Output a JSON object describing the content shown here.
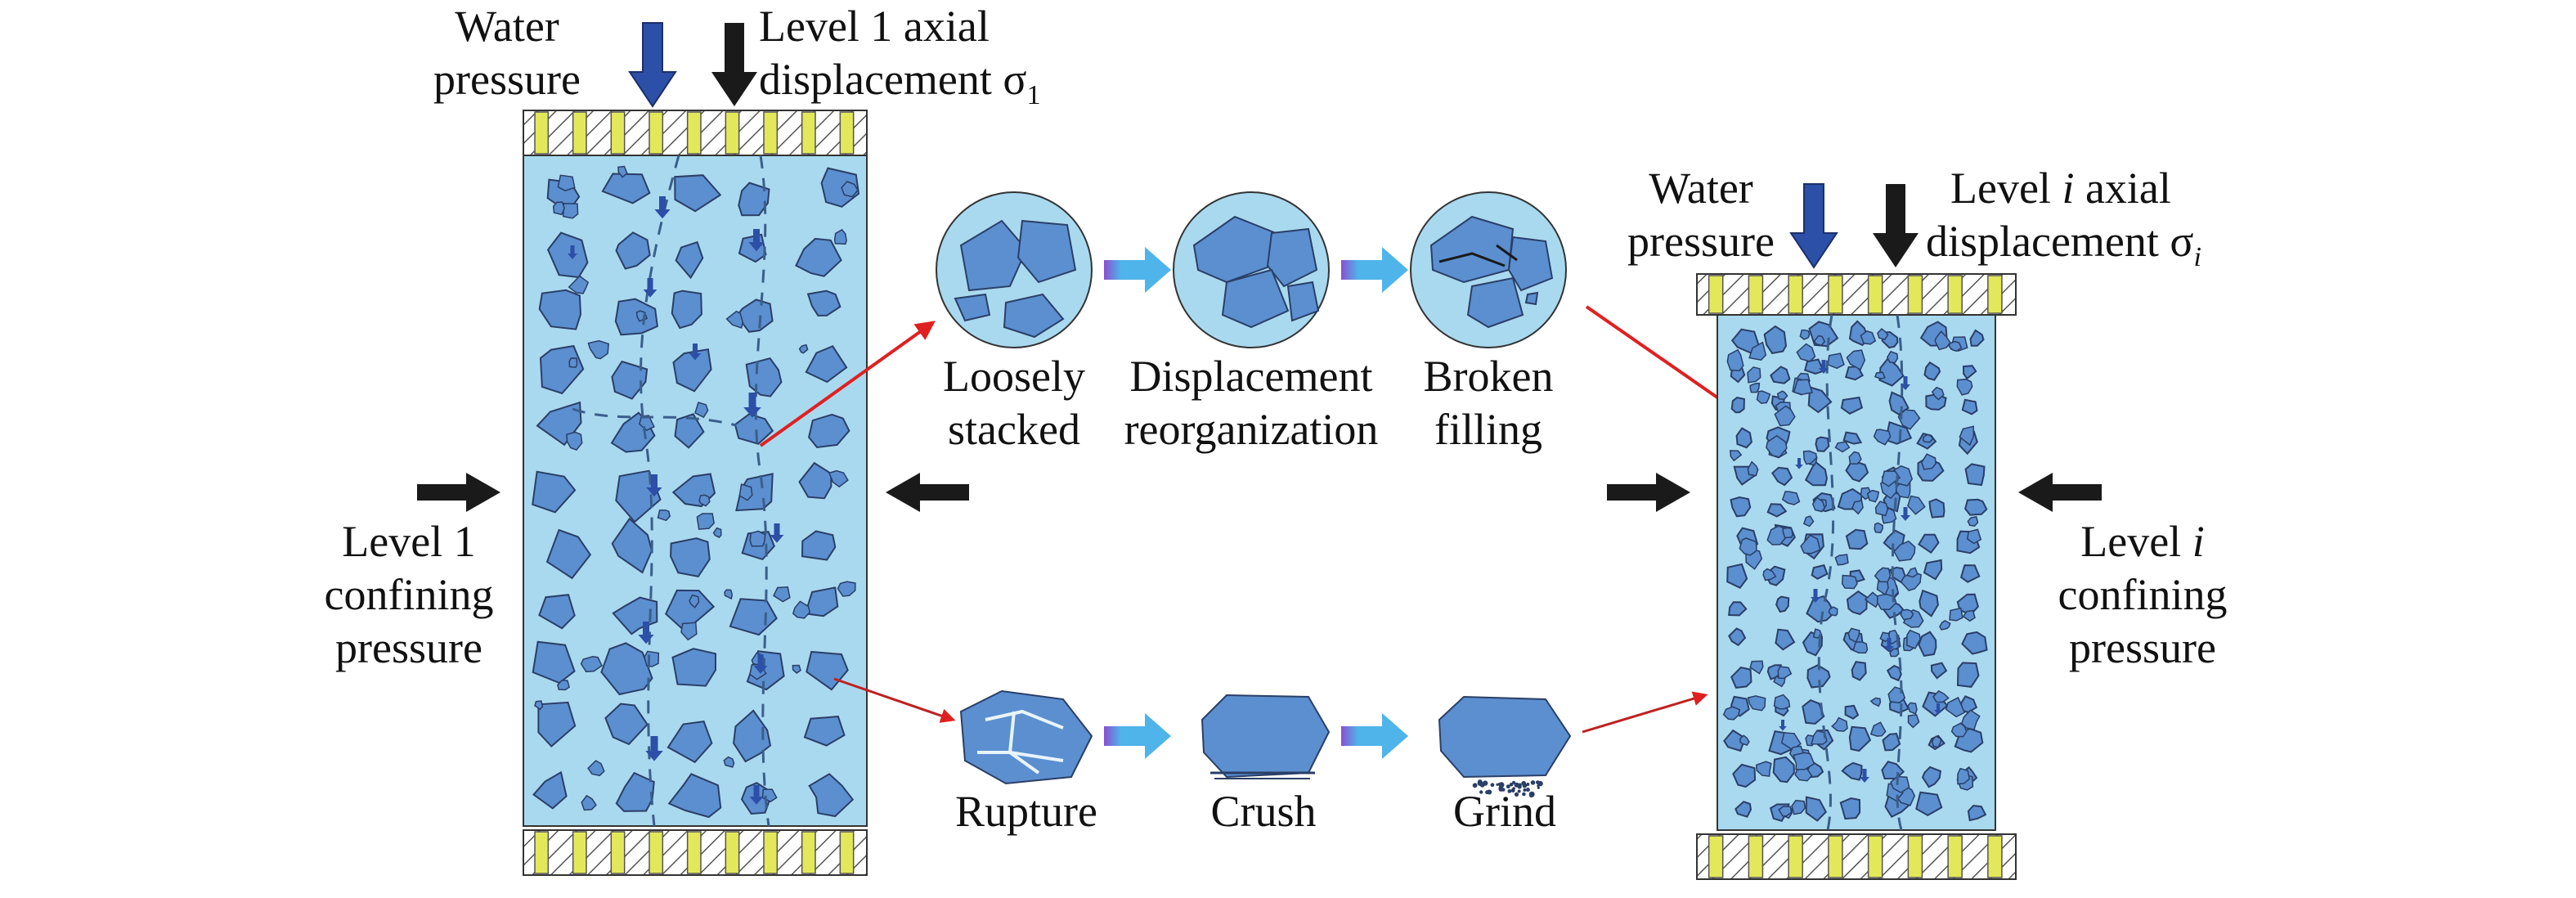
{
  "left_specimen": {
    "water_pressure": [
      "Water",
      "pressure"
    ],
    "axial": [
      "Level 1 axial",
      "displacement σ"
    ],
    "axial_sub": "1",
    "confining": [
      "Level 1",
      "confining",
      "pressure"
    ]
  },
  "right_specimen": {
    "water_pressure": [
      "Water",
      "pressure"
    ],
    "axial": [
      "Level",
      "i",
      "axial",
      "displacement σ"
    ],
    "axial_sub": "i",
    "confining": [
      "Level",
      "i",
      "confining",
      "pressure"
    ]
  },
  "stages_top": [
    {
      "lines": [
        "Loosely",
        "stacked"
      ]
    },
    {
      "lines": [
        "Displacement",
        "reorganization"
      ]
    },
    {
      "lines": [
        "Broken",
        "filling"
      ]
    }
  ],
  "stages_bottom": [
    {
      "label": "Rupture"
    },
    {
      "label": "Crush"
    },
    {
      "label": "Grind"
    }
  ],
  "colors": {
    "water": "#a9d9ef",
    "rock": "#5b8fd0",
    "rock_edge": "#2a3f66",
    "platen_yellow": "#e3e85a",
    "arrow_blue": "#2c4fa8",
    "arrow_black": "#1a1a1a",
    "arrow_red": "#e02020",
    "flow_arrow": "#4fb4ea"
  }
}
